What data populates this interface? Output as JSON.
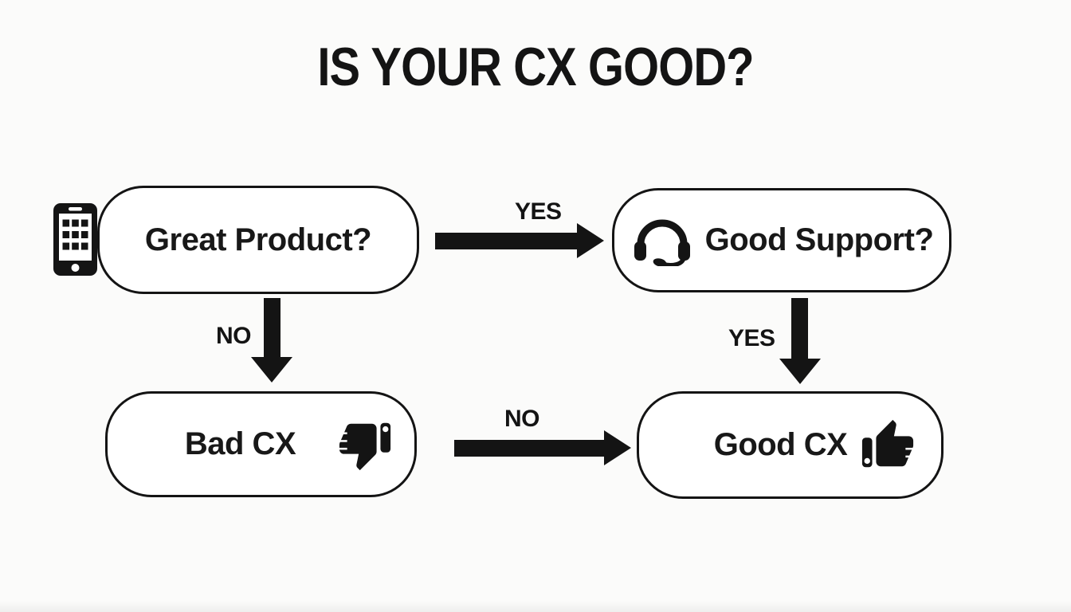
{
  "title": "IS YOUR CX GOOD?",
  "nodes": {
    "great_product": {
      "label": "Great Product?",
      "icon": "smartphone-icon"
    },
    "good_support": {
      "label": "Good Support?",
      "icon": "headset-icon"
    },
    "bad_cx": {
      "label": "Bad CX",
      "icon": "thumbs-down-icon"
    },
    "good_cx": {
      "label": "Good CX",
      "icon": "thumbs-up-icon"
    }
  },
  "edges": {
    "great_to_support": {
      "label": "YES",
      "from": "Great Product?",
      "to": "Good Support?",
      "direction": "right"
    },
    "great_to_bad": {
      "label": "NO",
      "from": "Great Product?",
      "to": "Bad CX",
      "direction": "down"
    },
    "support_to_good": {
      "label": "YES",
      "from": "Good Support?",
      "to": "Good CX",
      "direction": "down"
    },
    "bad_to_good": {
      "label": "NO",
      "from": "Bad CX",
      "to": "Good CX",
      "direction": "right"
    }
  },
  "colors": {
    "background": "#fbfbfa",
    "ink": "#141414",
    "node_fill": "#ffffff"
  }
}
